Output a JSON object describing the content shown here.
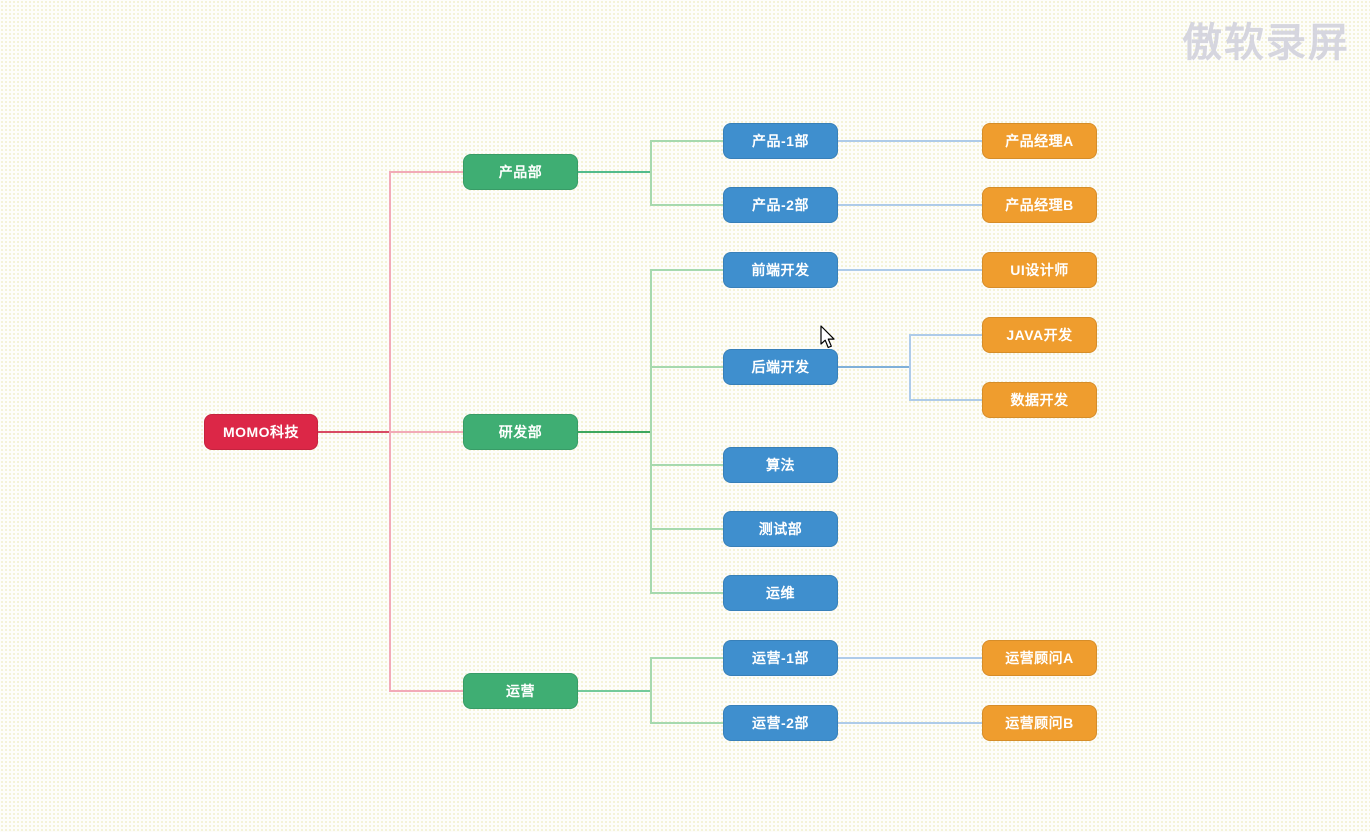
{
  "watermark": {
    "label": "傲软录屏"
  },
  "palette": {
    "root_bg": "#dc2747",
    "department_bg": "#3fae73",
    "team_bg": "#3f8fce",
    "role_bg": "#ef9d2e",
    "node_text": "#ffffff",
    "line_red": "#d84a64",
    "line_red_light": "#f2aab8",
    "line_green": "#3da75f",
    "line_green_light": "#a6d9ae",
    "line_blue": "#7fb0d9",
    "line_blue_light": "#aecbe9",
    "canvas_bg": "#fdfdfa"
  },
  "tree": {
    "label": "MOMO科技",
    "children": [
      {
        "label": "产品部",
        "children": [
          {
            "label": "产品-1部",
            "children": [
              {
                "label": "产品经理A"
              }
            ]
          },
          {
            "label": "产品-2部",
            "children": [
              {
                "label": "产品经理B"
              }
            ]
          }
        ]
      },
      {
        "label": "研发部",
        "children": [
          {
            "label": "前端开发",
            "children": [
              {
                "label": "UI设计师"
              }
            ]
          },
          {
            "label": "后端开发",
            "children": [
              {
                "label": "JAVA开发"
              },
              {
                "label": "数据开发"
              }
            ]
          },
          {
            "label": "算法",
            "children": []
          },
          {
            "label": "测试部",
            "children": []
          },
          {
            "label": "运维",
            "children": []
          }
        ]
      },
      {
        "label": "运营",
        "children": [
          {
            "label": "运营-1部",
            "children": [
              {
                "label": "运营顾问A"
              }
            ]
          },
          {
            "label": "运营-2部",
            "children": [
              {
                "label": "运营顾问B"
              }
            ]
          }
        ]
      }
    ]
  }
}
